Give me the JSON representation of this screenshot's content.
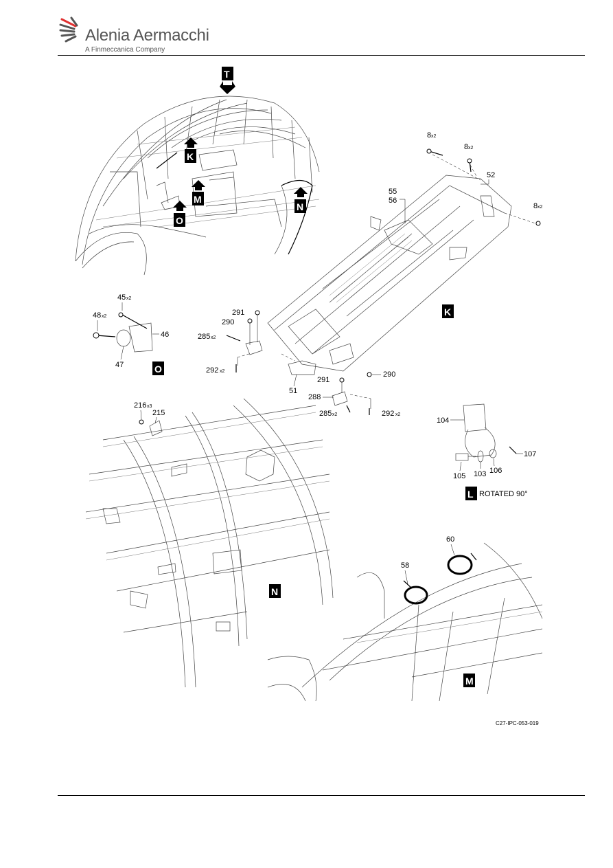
{
  "header": {
    "brand_name": "Alenia Aermacchi",
    "brand_subtitle": "A Finmeccanica Company"
  },
  "view_tags": {
    "T": "T",
    "K_top": "K",
    "M_top": "M",
    "O_top": "O",
    "N_top": "N",
    "K_view": "K",
    "O_view": "O",
    "L_view": "L",
    "N_view": "N",
    "M_view": "M"
  },
  "view_L_caption": "ROTATED 90°",
  "callouts": {
    "c8a": "8",
    "c8a_q": "x2",
    "c8b": "8",
    "c8b_q": "x2",
    "c8c": "8",
    "c8c_q": "x2",
    "c52": "52",
    "c55": "55",
    "c56": "56",
    "c45": "45",
    "c45_q": "x2",
    "c48": "48",
    "c48_q": "x2",
    "c46": "46",
    "c47": "47",
    "c291a": "291",
    "c290a": "290",
    "c285a": "285",
    "c285a_q": "x2",
    "c292a": "292",
    "c292a_q": "x2",
    "c51": "51",
    "c291b": "291",
    "c290b": "290",
    "c288": "288",
    "c285b": "285",
    "c285b_q": "x2",
    "c292b": "292",
    "c292b_q": "x2",
    "c216": "216",
    "c216_q": "x3",
    "c215": "215",
    "c104": "104",
    "c107": "107",
    "c105": "105",
    "c103": "103",
    "c106": "106",
    "c60": "60",
    "c58": "58"
  },
  "figure_ref": "C27-IPC-053-019"
}
